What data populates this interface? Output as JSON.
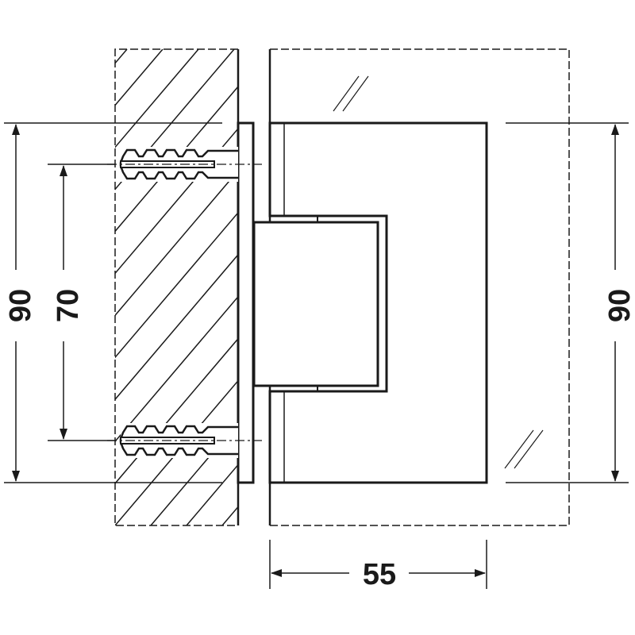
{
  "dimensions": {
    "left_outer": "90",
    "left_inner": "70",
    "right_outer": "90",
    "bottom_width": "55"
  },
  "colors": {
    "line": "#1a1a1a",
    "background": "#ffffff"
  }
}
